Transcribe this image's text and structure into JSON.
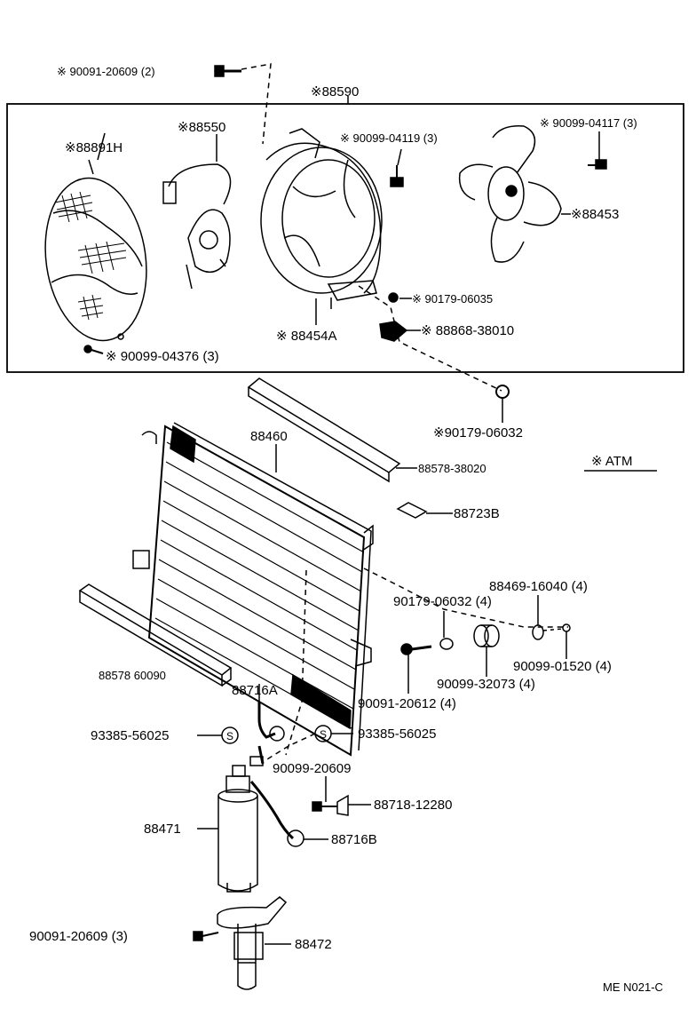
{
  "diagram": {
    "colors": {
      "ink": "#000000",
      "paper": "#ffffff"
    },
    "atm_legend": "※ ATM",
    "footer_code": "ME N021-C",
    "callouts": {
      "bolt_top": "※ 90091-20609 (2)",
      "group_88590": "※88590",
      "fan_motor": "※88550",
      "screw_04119": "※ 90099-04119 (3)",
      "screw_04117": "※ 90099-04117 (3)",
      "shroud_guard": "※88891H",
      "fan_88453": "※88453",
      "nut_06035": "※ 90179-06035",
      "shroud_88454A": "※ 88454A",
      "bracket_38010": "※ 88868-38010",
      "screw_04376": "※ 90099-04376 (3)",
      "nut_06032_lower": "※90179-06032",
      "condenser": "88460",
      "seal_upper": "88578-38020",
      "plate_88723B": "88723B",
      "grommet_16040": "88469-16040 (4)",
      "nut_06032_4": "90179-06032 (4)",
      "nut_01520": "90099-01520 (4)",
      "cushion_32073": "90099-32073 (4)",
      "bolt_20612": "90091-20612 (4)",
      "seal_lower": "88578 60090",
      "pipe_88716A": "88716A",
      "oring_left": "93385-56025",
      "oring_right": "93385-56025",
      "bolt_20609_mid": "90099-20609",
      "clamp_12280": "88718-12280",
      "receiver": "88471",
      "pipe_88716B": "88716B",
      "bolt_20609_bottom": "90091-20609 (3)",
      "bracket_88472": "88472"
    }
  }
}
